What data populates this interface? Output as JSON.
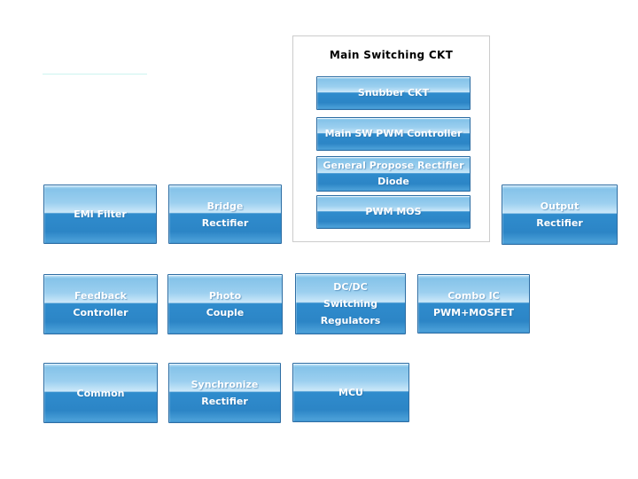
{
  "group_box": {
    "title": "Main Switching CKT",
    "buttons": [
      {
        "label": "Snubber CKT"
      },
      {
        "label": "Main SW PWM Controller"
      },
      {
        "label": "General Propose Rectifier\nDiode"
      },
      {
        "label": "PWM MOS"
      }
    ]
  },
  "blocks": [
    {
      "id": "emi-filter",
      "label": "EMI Filter"
    },
    {
      "id": "bridge-rectifier",
      "label": "Bridge\nRectifier"
    },
    {
      "id": "output-rectifier",
      "label": "Output\nRectifier"
    },
    {
      "id": "feedback-controller",
      "label": "Feedback\nController"
    },
    {
      "id": "photo-couple",
      "label": "Photo\nCouple"
    },
    {
      "id": "dcdc-switching-regulators",
      "label": "DC/DC\nSwitching\nRegulators"
    },
    {
      "id": "combo-ic-pwm-mosfet",
      "label": "Combo IC\nPWM+MOSFET"
    },
    {
      "id": "common",
      "label": "Common"
    },
    {
      "id": "synchronize-rectifier",
      "label": "Synchronize\nRectifier"
    },
    {
      "id": "mcu",
      "label": "MCU"
    }
  ],
  "colors": {
    "button_border": "#2d6da3",
    "button_gloss_top": "#9bcfef",
    "button_gloss_highlight": "#cbe8f9",
    "button_bottom": "#2f8ccd",
    "button_text": "#ffffff",
    "group_border": "#cccccc",
    "group_title_text": "#000000",
    "background": "#ffffff",
    "faint_line": "#cdf4f0"
  }
}
